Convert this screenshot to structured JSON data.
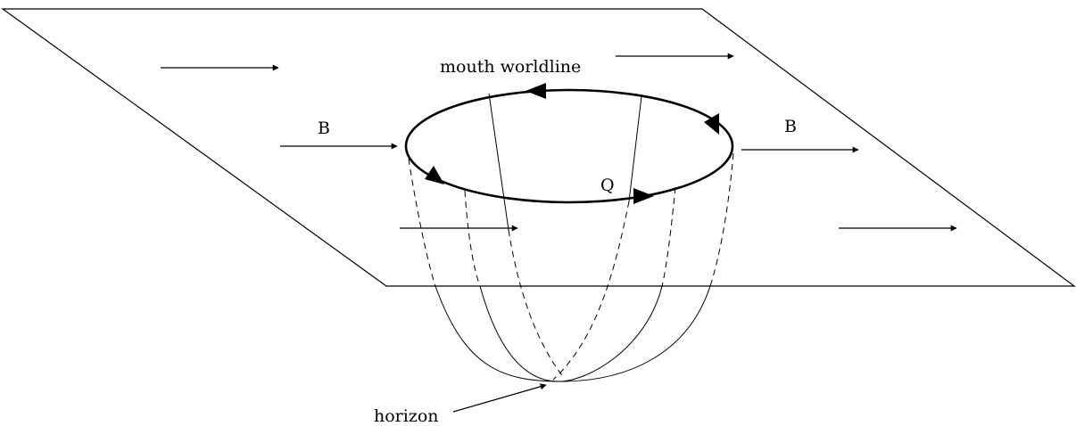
{
  "labels": {
    "mouth_worldline": "mouth worldline",
    "b_left": "B",
    "b_right": "B",
    "q": "Q",
    "horizon": "horizon"
  },
  "colors": {
    "ink": "#000000",
    "background": "#ffffff"
  }
}
